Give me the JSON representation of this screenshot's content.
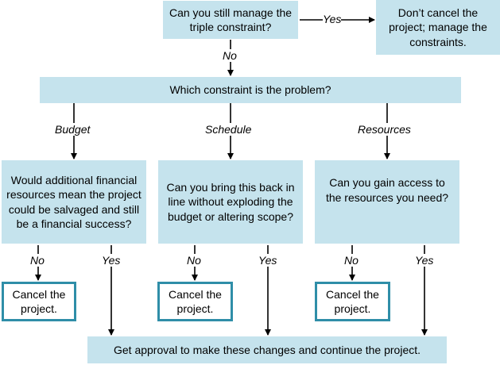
{
  "boxes": {
    "q_triple": "Can you still manage the triple constraint?",
    "dont_cancel": "Don’t cancel the project; manage the constraints.",
    "q_which": "Which constraint is the problem?",
    "q_budget": "Would additional financial resources mean the project could be salvaged and still be a financial success?",
    "q_schedule": "Can you bring this back in line without exploding the budget or altering scope?",
    "q_resources": "Can you gain access to the resources you need?",
    "cancel_1": "Cancel the project.",
    "cancel_2": "Cancel the project.",
    "cancel_3": "Cancel the project.",
    "approval": "Get approval to make these changes and continue the project."
  },
  "labels": {
    "yes_top": "Yes",
    "no_top": "No",
    "budget": "Budget",
    "schedule": "Schedule",
    "resources": "Resources",
    "no_1": "No",
    "yes_1": "Yes",
    "no_2": "No",
    "yes_2": "Yes",
    "no_3": "No",
    "yes_3": "Yes"
  },
  "colors": {
    "box_fill": "#c5e3ed",
    "outline_border": "#2f8ea8",
    "arrow": "#000000"
  }
}
